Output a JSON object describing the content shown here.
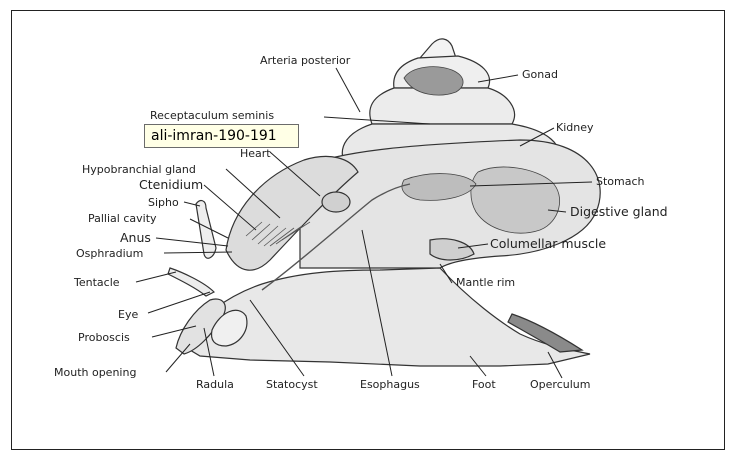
{
  "tooltip": {
    "text": "ali-imran-190-191"
  },
  "labels": {
    "arteria_posterior": "Arteria posterior",
    "gonad": "Gonad",
    "receptaculum_seminis": "Receptaculum seminis",
    "kidney": "Kidney",
    "heart": "Heart",
    "hypobranchial_gland": "Hypobranchial gland",
    "ctenidium": "Ctenidium",
    "sipho": "Sipho",
    "pallial_cavity": "Pallial cavity",
    "anus": "Anus",
    "osphradium": "Osphradium",
    "stomach": "Stomach",
    "digestive_gland": "Digestive gland",
    "columellar_muscle": "Columellar muscle",
    "mantle_rim": "Mantle rim",
    "tentacle": "Tentacle",
    "eye": "Eye",
    "proboscis": "Proboscis",
    "mouth_opening": "Mouth opening",
    "radula": "Radula",
    "statocyst": "Statocyst",
    "esophagus": "Esophagus",
    "foot": "Foot",
    "operculum": "Operculum"
  }
}
